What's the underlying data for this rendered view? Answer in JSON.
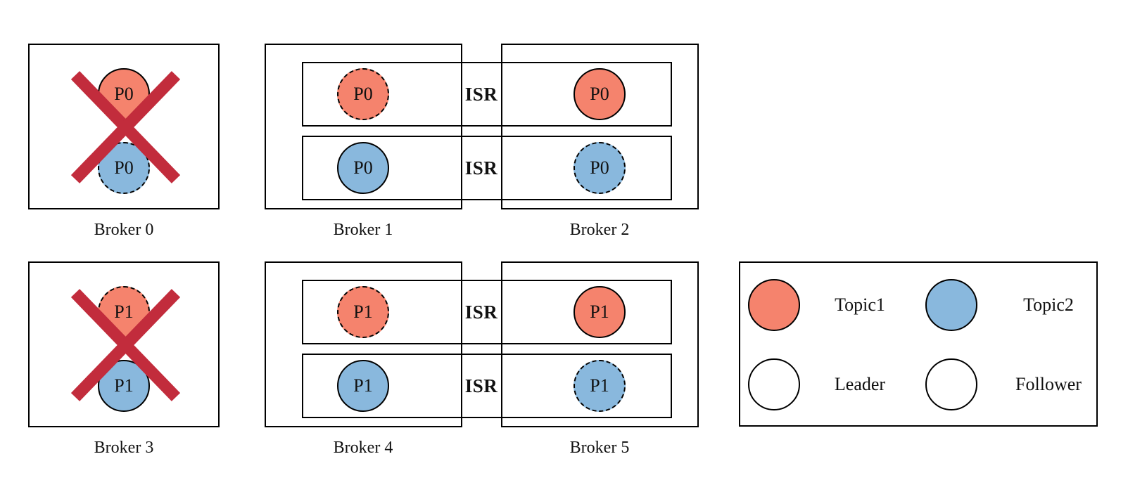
{
  "colors": {
    "topic1": "#f5836d",
    "topic2": "#89b8dd",
    "cross": "#c22c3c",
    "line": "#000000"
  },
  "rows": [
    {
      "failed_broker": {
        "label": "Broker 0",
        "partitions": [
          {
            "label": "P0",
            "topic": "topic1",
            "role": "leader"
          },
          {
            "label": "P0",
            "topic": "topic2",
            "role": "follower"
          }
        ]
      },
      "broker_left": {
        "label": "Broker 1",
        "partitions": [
          {
            "label": "P0",
            "topic": "topic1",
            "role": "follower"
          },
          {
            "label": "P0",
            "topic": "topic2",
            "role": "leader"
          }
        ]
      },
      "broker_right": {
        "label": "Broker 2",
        "partitions": [
          {
            "label": "P0",
            "topic": "topic1",
            "role": "leader"
          },
          {
            "label": "P0",
            "topic": "topic2",
            "role": "follower"
          }
        ]
      },
      "isr_labels": [
        "ISR",
        "ISR"
      ]
    },
    {
      "failed_broker": {
        "label": "Broker 3",
        "partitions": [
          {
            "label": "P1",
            "topic": "topic1",
            "role": "follower"
          },
          {
            "label": "P1",
            "topic": "topic2",
            "role": "leader"
          }
        ]
      },
      "broker_left": {
        "label": "Broker 4",
        "partitions": [
          {
            "label": "P1",
            "topic": "topic1",
            "role": "follower"
          },
          {
            "label": "P1",
            "topic": "topic2",
            "role": "leader"
          }
        ]
      },
      "broker_right": {
        "label": "Broker 5",
        "partitions": [
          {
            "label": "P1",
            "topic": "topic1",
            "role": "leader"
          },
          {
            "label": "P1",
            "topic": "topic2",
            "role": "follower"
          }
        ]
      },
      "isr_labels": [
        "ISR",
        "ISR"
      ]
    }
  ],
  "legend": {
    "items": [
      {
        "label": "Topic1",
        "fill": "topic1",
        "style": "leader"
      },
      {
        "label": "Topic2",
        "fill": "topic2",
        "style": "leader"
      },
      {
        "label": "Leader",
        "fill": "plain",
        "style": "leader"
      },
      {
        "label": "Follower",
        "fill": "plain",
        "style": "follower"
      }
    ]
  }
}
